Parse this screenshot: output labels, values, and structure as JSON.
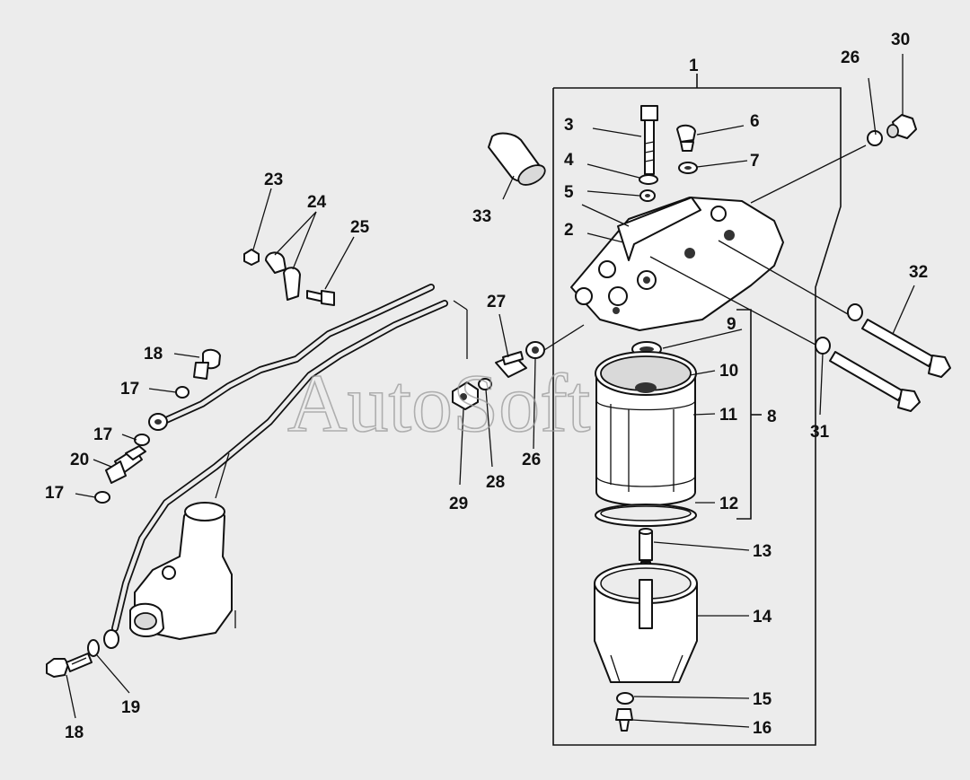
{
  "diagram": {
    "watermark": "AutoSoft",
    "callouts": [
      {
        "id": "c1",
        "text": "1"
      },
      {
        "id": "c2",
        "text": "2"
      },
      {
        "id": "c3",
        "text": "3"
      },
      {
        "id": "c4",
        "text": "4"
      },
      {
        "id": "c5",
        "text": "5"
      },
      {
        "id": "c6",
        "text": "6"
      },
      {
        "id": "c7",
        "text": "7"
      },
      {
        "id": "c8",
        "text": "8"
      },
      {
        "id": "c9",
        "text": "9"
      },
      {
        "id": "c10",
        "text": "10"
      },
      {
        "id": "c11",
        "text": "11"
      },
      {
        "id": "c12",
        "text": "12"
      },
      {
        "id": "c13",
        "text": "13"
      },
      {
        "id": "c14",
        "text": "14"
      },
      {
        "id": "c15",
        "text": "15"
      },
      {
        "id": "c16",
        "text": "16"
      },
      {
        "id": "c17a",
        "text": "17"
      },
      {
        "id": "c17b",
        "text": "17"
      },
      {
        "id": "c17c",
        "text": "17"
      },
      {
        "id": "c18a",
        "text": "18"
      },
      {
        "id": "c18b",
        "text": "18"
      },
      {
        "id": "c19",
        "text": "19"
      },
      {
        "id": "c20",
        "text": "20"
      },
      {
        "id": "c23",
        "text": "23"
      },
      {
        "id": "c24",
        "text": "24"
      },
      {
        "id": "c25",
        "text": "25"
      },
      {
        "id": "c26a",
        "text": "26"
      },
      {
        "id": "c26b",
        "text": "26"
      },
      {
        "id": "c27",
        "text": "27"
      },
      {
        "id": "c28",
        "text": "28"
      },
      {
        "id": "c29",
        "text": "29"
      },
      {
        "id": "c30",
        "text": "30"
      },
      {
        "id": "c31",
        "text": "31"
      },
      {
        "id": "c32",
        "text": "32"
      },
      {
        "id": "c33",
        "text": "33"
      }
    ]
  }
}
